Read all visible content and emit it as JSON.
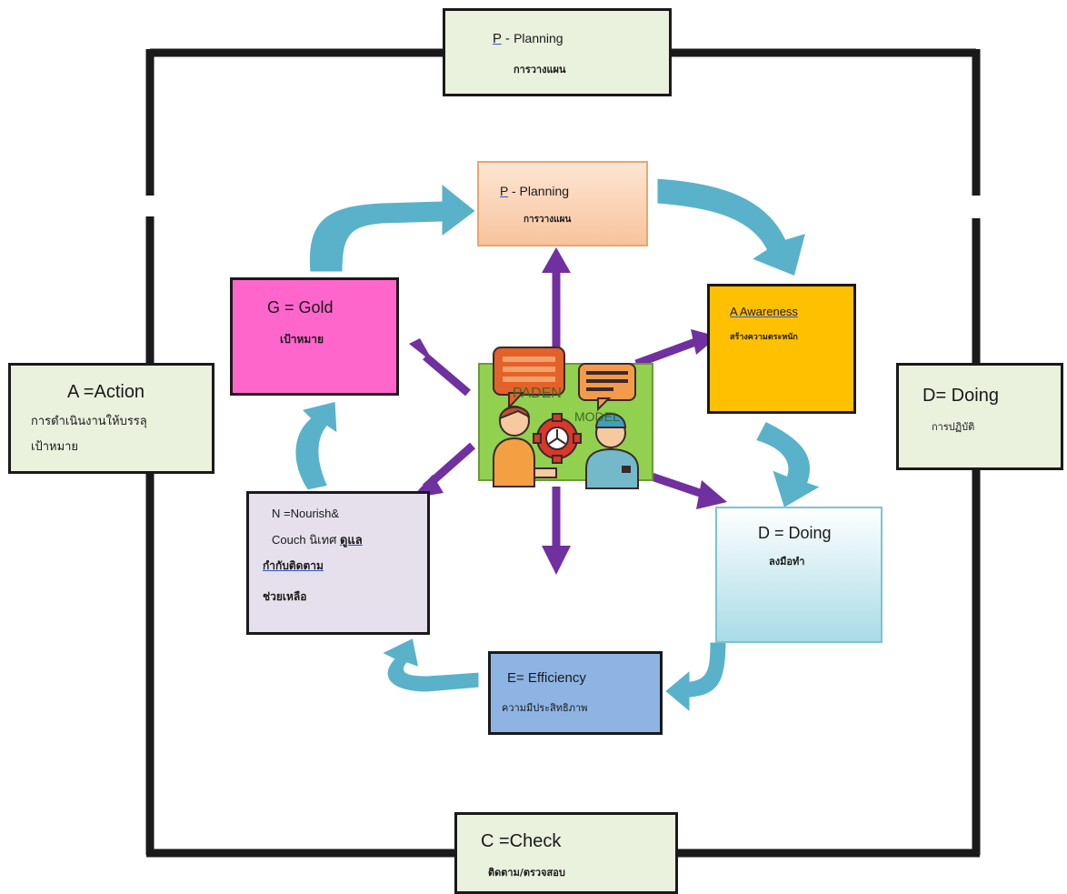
{
  "outer": {
    "top": {
      "letter": "P",
      "dash": " -",
      "title": "Planning",
      "thai": "การวางแผน"
    },
    "left": {
      "title": "A =Action",
      "thai_line1": "การดำเนินงานให้บรรลุ",
      "thai_line2": "เป้าหมาย"
    },
    "right": {
      "title": "D= Doing",
      "thai": "การปฏิบัติ"
    },
    "bottom": {
      "title": "C =Check",
      "thai": "ติดตาม/ตรวจสอบ"
    }
  },
  "inner": {
    "planning": {
      "letter": "P",
      "dash": " -",
      "title": "Planning",
      "thai": "การวางแผน",
      "color": "#fbd3b4"
    },
    "awareness": {
      "title": "A  Awareness",
      "thai": "สร้างความตระหนัก",
      "color": "#ffc000"
    },
    "doing": {
      "title": "D = Doing",
      "thai": "ลงมือทำ",
      "color": "#d2eef3"
    },
    "efficiency": {
      "title": "E= Efficiency",
      "thai": "ความมีประสิทธิภาพ",
      "color": "#8eb4e3"
    },
    "nourish": {
      "line1": "N =Nourish&",
      "line2_a": "Couch  นิเทศ",
      "line2_b": "ดูแล",
      "line3": "กำกับติดตาม",
      "line4": "ช่วยเหลือ",
      "color": "#e6e0ec"
    },
    "gold": {
      "title": "G = Gold",
      "thai": "เป้าหมาย",
      "color": "#ff66cc"
    }
  },
  "center": {
    "partial_text_1": "PADEN",
    "partial_text_2": "MODEL",
    "color": "#92d050"
  },
  "colors": {
    "flow_arrow": "#4bacc6",
    "ray_arrow": "#7030a0",
    "frame": "#1a1a1a"
  },
  "icons": [
    "chat-bubble-icon",
    "person-icon",
    "gear-icon",
    "engineer-icon"
  ]
}
